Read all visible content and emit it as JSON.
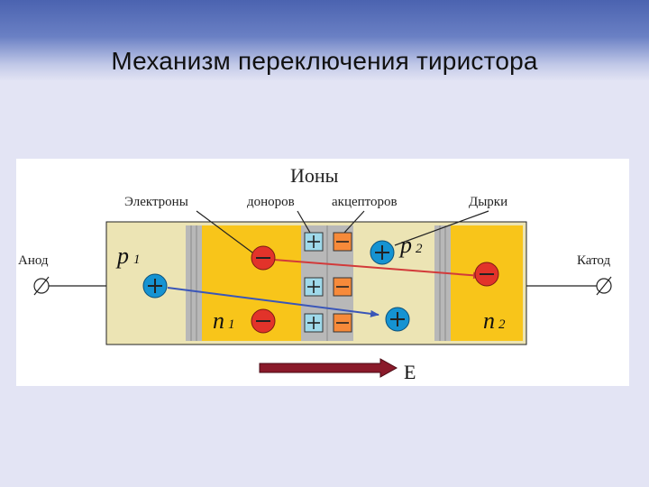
{
  "slide": {
    "title": "Механизм переключения тиристора"
  },
  "diagram": {
    "ions_label": "Ионы",
    "electrons_label": "Электроны",
    "donors_label": "доноров",
    "acceptors_label": "акцепторов",
    "holes_label": "Дырки",
    "anode_label": "Анод",
    "cathode_label": "Катод",
    "field_label": "Е",
    "regions": {
      "p1": {
        "letter": "p",
        "sub": "1"
      },
      "n1": {
        "letter": "n",
        "sub": "1"
      },
      "p2": {
        "letter": "p",
        "sub": "2"
      },
      "n2": {
        "letter": "n",
        "sub": "2"
      }
    },
    "colors": {
      "p_region_light": "#ece4b4",
      "n_region_yellow": "#f8c51a",
      "junction_gray": "#b8b8b8",
      "donor_ion_fill": "#9fd9ea",
      "acceptor_ion_fill": "#f78a3a",
      "electron_fill": "#e2332a",
      "hole_fill": "#1593d2",
      "electron_path": "#d23a3a",
      "hole_path": "#3a56b8",
      "field_arrow": "#8a1a2a"
    }
  }
}
